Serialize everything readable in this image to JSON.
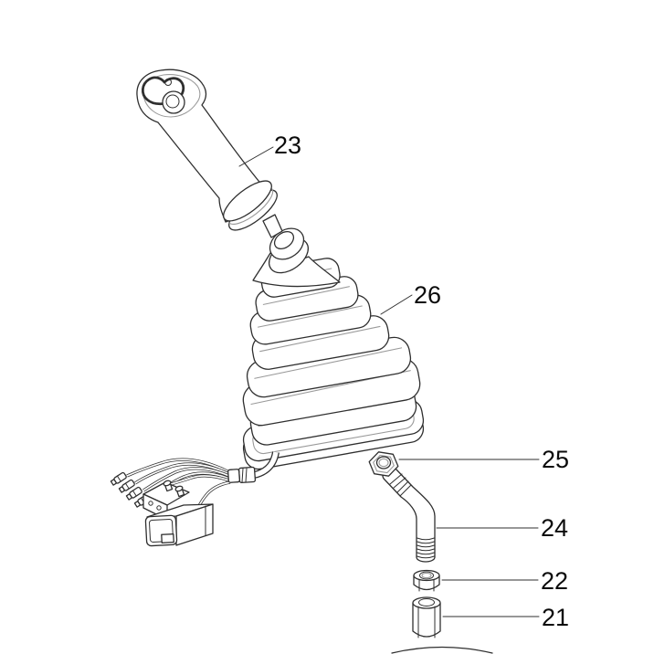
{
  "figure": {
    "background_color": "#ffffff",
    "line_color": "#2f2f2f",
    "secondary_line_color": "#9a9a9a",
    "label_color": "#0a0a0a",
    "callouts": [
      {
        "label": "23"
      },
      {
        "label": "26"
      },
      {
        "label": "25"
      },
      {
        "label": "24"
      },
      {
        "label": "22"
      },
      {
        "label": "21"
      }
    ]
  }
}
